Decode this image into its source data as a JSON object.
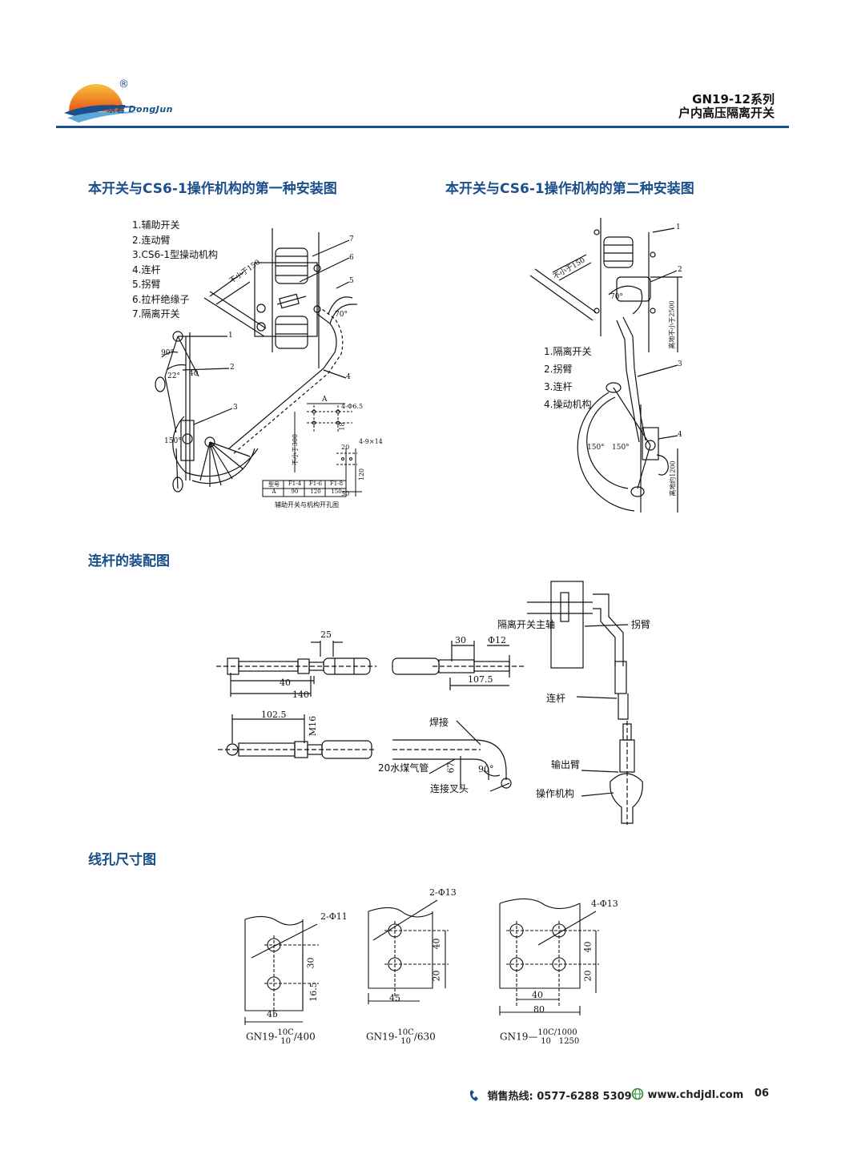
{
  "header": {
    "brand_cn": "东君",
    "brand_en": "DongJun",
    "registered": "®",
    "title_line1": "GN19-12系列",
    "title_line2": "户内高压隔离开关"
  },
  "sections": {
    "install1_title": "本开关与CS6-1操作机构的第一种安装图",
    "install2_title": "本开关与CS6-1操作机构的第二种安装图",
    "linkage_title": "连杆的装配图",
    "hole_title": "线孔尺寸图"
  },
  "install1": {
    "legend": [
      "1.辅助开关",
      "2.连动臂",
      "3.CS6-1型操动机构",
      "4.连杆",
      "5.拐臂",
      "6.拉杆绝缘子",
      "7.隔离开关"
    ],
    "labels": {
      "min150": "不小于150",
      "min300": "不小于300",
      "angle90": "90°",
      "angle22": "22°",
      "d40": "40",
      "angle150": "150°",
      "angle70": "70°",
      "holeA": "A",
      "hole4phi": "4-Φ6.5",
      "d18": "18",
      "d20": "20",
      "slot": "4-9×14",
      "d120": "120",
      "d50": "50",
      "caption": "辅助开关与机构开孔图",
      "n1": "1",
      "n2": "2",
      "n3": "3",
      "n4": "4",
      "n5": "5",
      "n6": "6",
      "n7": "7"
    },
    "table": {
      "headers": [
        "型号",
        "F1-4",
        "F1-6",
        "F1-8"
      ],
      "row": [
        "A",
        "90",
        "120",
        "150"
      ]
    }
  },
  "install2": {
    "legend": [
      "1.隔离开关",
      "2.拐臂",
      "3.连杆",
      "4.操动机构"
    ],
    "labels": {
      "min150": "不小于150",
      "angle70": "70°",
      "angle150a": "150°",
      "angle150b": "150°",
      "h2500": "离地不小于2500",
      "h1200": "离地约1200",
      "n1": "1",
      "n2": "2",
      "n3": "3",
      "n4": "4"
    }
  },
  "linkage": {
    "labels": {
      "d25": "25",
      "d30": "30",
      "phi12": "Φ12",
      "d40": "40",
      "d140": "140",
      "d1075": "107.5",
      "d1025": "102.5",
      "m16": "M16",
      "weld": "焊接",
      "pipe": "20水煤气管",
      "d67": "67",
      "angle90": "90°",
      "fork": "连接叉头",
      "main_shaft": "隔离开关主轴",
      "crank": "拐臂",
      "rod": "连杆",
      "output_arm": "输出臂",
      "mechanism": "操作机构"
    }
  },
  "holes": {
    "h1": {
      "hole": "2-Φ11",
      "d30": "30",
      "d165": "16.5",
      "d45": "45",
      "model_pre": "GN19-",
      "frac_top": "10C",
      "frac_bot": "10",
      "model_post": "/400"
    },
    "h2": {
      "hole": "2-Φ13",
      "d40": "40",
      "d20": "20",
      "d45": "45",
      "model_pre": "GN19-",
      "frac_top": "10C",
      "frac_bot": "10",
      "model_post": "/630"
    },
    "h3": {
      "hole": "4-Φ13",
      "d40v": "40",
      "d20": "20",
      "d40h": "40",
      "d80": "80",
      "model_pre": "GN19—",
      "frac_top": "10C",
      "frac_bot": "10",
      "post_top": "/1000",
      "post_bot": "1250"
    }
  },
  "footer": {
    "hotline": "销售热线: 0577-6288  5309",
    "website": "www.chdjdl.com",
    "page": "06"
  },
  "colors": {
    "accent": "#1a4f8c",
    "sun": "#f39a1e"
  }
}
